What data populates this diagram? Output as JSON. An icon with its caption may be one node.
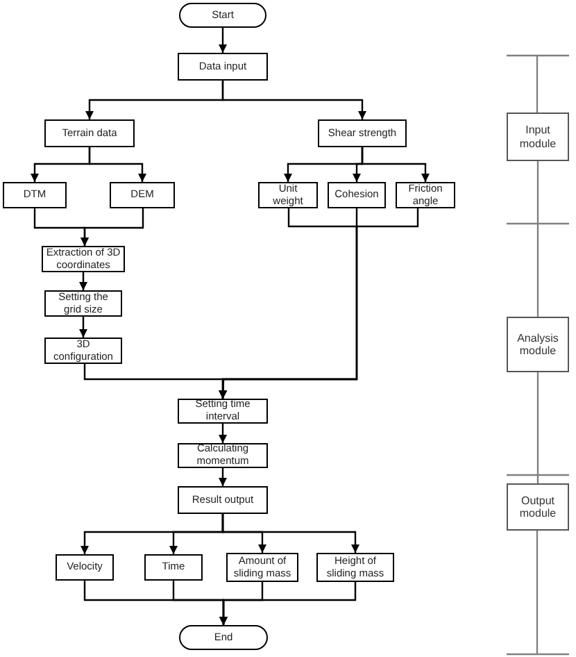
{
  "diagram": {
    "nodes": [
      {
        "text": [
          "Start"
        ]
      },
      {
        "text": [
          "Data input"
        ]
      },
      {
        "text": [
          "Terrain data"
        ]
      },
      {
        "text": [
          "Shear strength"
        ]
      },
      {
        "text": [
          "DTM"
        ]
      },
      {
        "text": [
          "DEM"
        ]
      },
      {
        "text": [
          "Unit weight"
        ]
      },
      {
        "text": [
          "Cohesion"
        ]
      },
      {
        "text": [
          "Friction angle"
        ]
      },
      {
        "text": [
          "Extraction of 3D coordinates"
        ]
      },
      {
        "text": [
          "Setting the grid size"
        ]
      },
      {
        "text": [
          "3D configuration"
        ]
      },
      {
        "text": [
          "Setting time interval"
        ]
      },
      {
        "text": [
          "Calculating momentum"
        ]
      },
      {
        "text": [
          "Result output"
        ]
      },
      {
        "text": [
          "Velocity"
        ]
      },
      {
        "text": [
          "Time"
        ]
      },
      {
        "text": [
          "Amount of sliding mass"
        ]
      },
      {
        "text": [
          "Height of sliding mass"
        ]
      },
      {
        "text": [
          "End"
        ]
      },
      {
        "text": [
          "Input module"
        ]
      },
      {
        "text": [
          "Analysis module"
        ]
      },
      {
        "text": [
          "Output module"
        ]
      }
    ],
    "edges": [
      {
        "from": 0,
        "to": 1,
        "arrow": "to"
      },
      {
        "from": 1,
        "to": 2,
        "arrow": "to"
      },
      {
        "from": 1,
        "to": 3,
        "arrow": "to"
      },
      {
        "from": 2,
        "to": 4,
        "arrow": "to"
      },
      {
        "from": 2,
        "to": 5,
        "arrow": "to"
      },
      {
        "from": 3,
        "to": 6,
        "arrow": "to"
      },
      {
        "from": 3,
        "to": 7,
        "arrow": "to"
      },
      {
        "from": 3,
        "to": 8,
        "arrow": "to"
      },
      {
        "from": 4,
        "to": 9,
        "arrow": "to"
      },
      {
        "from": 5,
        "to": 9,
        "arrow": "to"
      },
      {
        "from": 9,
        "to": 10,
        "arrow": "to"
      },
      {
        "from": 10,
        "to": 11,
        "arrow": "to"
      },
      {
        "from": 11,
        "to": 12,
        "arrow": "to"
      },
      {
        "from": 6,
        "to": 12,
        "arrow": "to"
      },
      {
        "from": 7,
        "to": 12,
        "arrow": "to"
      },
      {
        "from": 8,
        "to": 12,
        "arrow": "to"
      },
      {
        "from": 12,
        "to": 13,
        "arrow": "to"
      },
      {
        "from": 13,
        "to": 14,
        "arrow": "to"
      },
      {
        "from": 14,
        "to": 15,
        "arrow": "to"
      },
      {
        "from": 14,
        "to": 16,
        "arrow": "to"
      },
      {
        "from": 14,
        "to": 17,
        "arrow": "to"
      },
      {
        "from": 14,
        "to": 18,
        "arrow": "to"
      },
      {
        "from": 15,
        "to": 19,
        "arrow": "to"
      },
      {
        "from": 16,
        "to": 19,
        "arrow": "to"
      },
      {
        "from": 17,
        "to": 19,
        "arrow": "to"
      },
      {
        "from": 18,
        "to": 19,
        "arrow": "to"
      },
      {
        "from": 20,
        "to": 21,
        "arrow": "none",
        "color": "#808080"
      },
      {
        "from": 21,
        "to": 22,
        "arrow": "none",
        "color": "#808080"
      }
    ]
  }
}
